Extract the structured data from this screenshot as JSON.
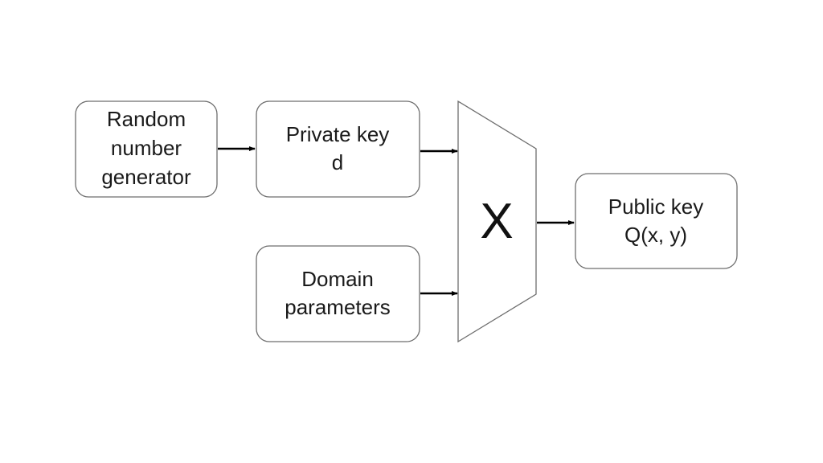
{
  "nodes": {
    "rng": {
      "lines": [
        "Random",
        "number",
        "generator"
      ]
    },
    "private_key": {
      "lines": [
        "Private key",
        "d"
      ]
    },
    "domain_params": {
      "lines": [
        "Domain",
        "parameters"
      ]
    },
    "operation": {
      "symbol": "X"
    },
    "public_key": {
      "lines": [
        "Public key",
        "Q(x, y)"
      ]
    }
  },
  "colors": {
    "box_stroke": "#6e6e6e",
    "text": "#1a1a1a",
    "arrow": "#000000"
  }
}
